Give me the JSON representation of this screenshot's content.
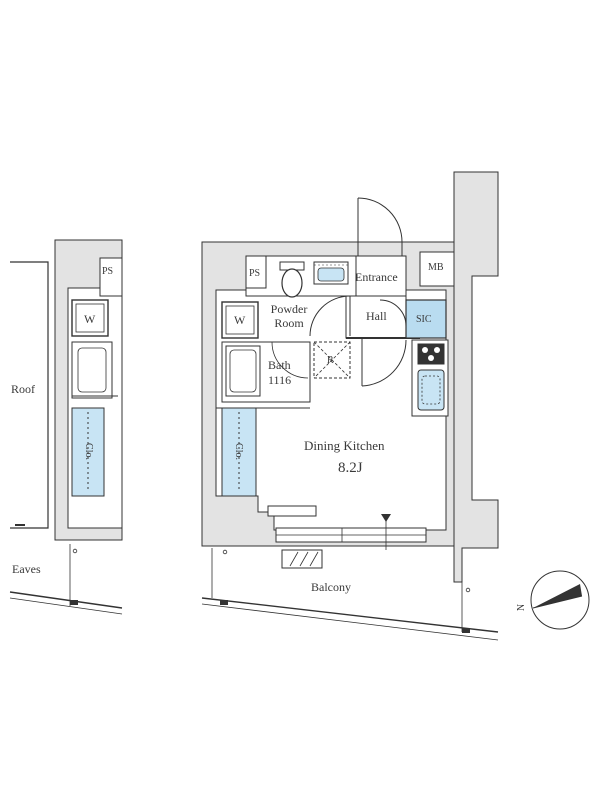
{
  "labels": {
    "roof": "Roof",
    "eaves": "Eaves",
    "balcony": "Balcony",
    "ps_left": "PS",
    "w_left": "W",
    "clo_left": "Clo.",
    "ps": "PS",
    "mb": "MB",
    "entrance": "Entrance",
    "powder_room": "Powder Room",
    "hall": "Hall",
    "sic": "SIC",
    "w": "W",
    "bath": "Bath",
    "bath_size": "1116",
    "refrigerator": "R",
    "clo": "Clo.",
    "dining_kitchen": "Dining Kitchen",
    "area": "8.2J",
    "compass_north": "N"
  },
  "colors": {
    "wall": "#e3e3e3",
    "line": "#333333",
    "storage_fill": "#c8e4f4",
    "sic_fill": "#b9dcf0"
  },
  "icons": [
    "compass-icon",
    "refrigerator-icon",
    "toilet-icon",
    "sink-icon",
    "stove-icon",
    "kitchen-sink-icon",
    "washer-icon",
    "bathtub-icon"
  ]
}
